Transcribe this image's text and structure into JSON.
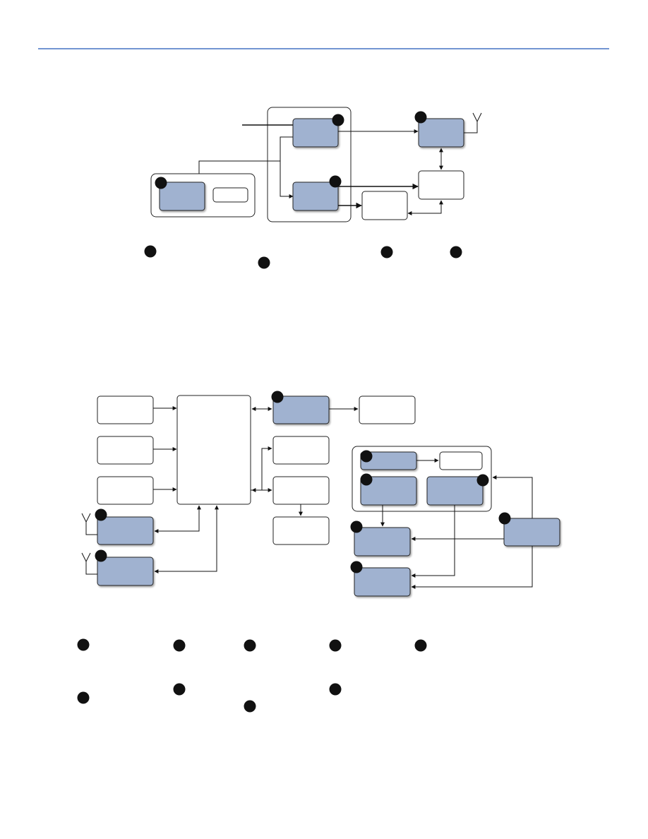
{
  "colors": {
    "header_rule": "#4472c4",
    "highlight_fill": "#a0b2d0",
    "box_stroke": "#222222",
    "line": "#111111",
    "dot": "#111111",
    "background": "#ffffff"
  },
  "diagram_top": {
    "blocks": [
      {
        "name": "top-highlight-block-1",
        "highlighted": true,
        "badge": true
      },
      {
        "name": "top-highlight-block-2",
        "highlighted": true,
        "badge": true
      },
      {
        "name": "top-highlight-block-3",
        "highlighted": true,
        "badge": true
      },
      {
        "name": "top-highlight-block-4",
        "highlighted": true,
        "badge": true
      },
      {
        "name": "top-plain-block-1",
        "highlighted": false,
        "badge": false
      },
      {
        "name": "top-plain-block-2",
        "highlighted": false,
        "badge": false
      },
      {
        "name": "top-plain-block-3",
        "highlighted": false,
        "badge": false
      }
    ],
    "antenna_count": 1,
    "legend_markers": 4
  },
  "diagram_bottom": {
    "blocks": [
      {
        "name": "bottom-plain-block-1",
        "highlighted": false
      },
      {
        "name": "bottom-plain-block-2",
        "highlighted": false
      },
      {
        "name": "bottom-plain-block-3",
        "highlighted": false
      },
      {
        "name": "bottom-highlight-block-1",
        "highlighted": true,
        "badge": true
      },
      {
        "name": "bottom-highlight-block-2",
        "highlighted": true,
        "badge": true
      },
      {
        "name": "bottom-central-block",
        "highlighted": false
      },
      {
        "name": "bottom-highlight-block-3",
        "highlighted": true,
        "badge": true
      },
      {
        "name": "bottom-plain-block-4",
        "highlighted": false
      },
      {
        "name": "bottom-plain-block-5",
        "highlighted": false
      },
      {
        "name": "bottom-plain-block-6",
        "highlighted": false
      },
      {
        "name": "bottom-plain-block-7",
        "highlighted": false
      },
      {
        "name": "bottom-highlight-block-4",
        "highlighted": true,
        "badge": true
      },
      {
        "name": "bottom-plain-block-8",
        "highlighted": false
      },
      {
        "name": "bottom-highlight-block-5",
        "highlighted": true,
        "badge": true
      },
      {
        "name": "bottom-highlight-block-6",
        "highlighted": true,
        "badge": true
      },
      {
        "name": "bottom-highlight-block-7",
        "highlighted": true,
        "badge": true
      },
      {
        "name": "bottom-highlight-block-8",
        "highlighted": true,
        "badge": true
      },
      {
        "name": "bottom-highlight-block-9",
        "highlighted": true,
        "badge": true
      }
    ],
    "antenna_count": 2,
    "legend_markers": 9
  }
}
